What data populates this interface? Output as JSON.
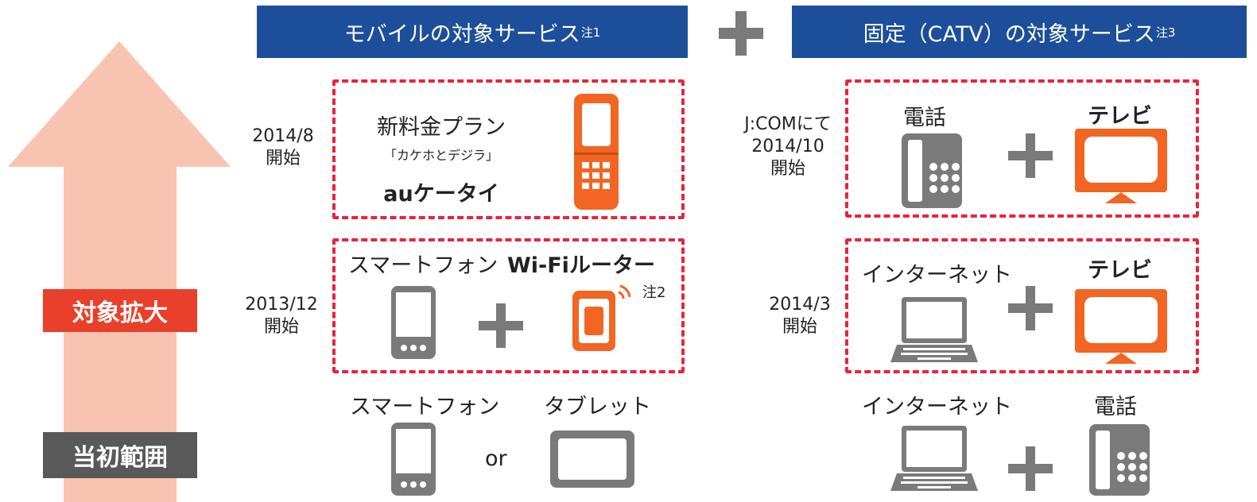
{
  "colors": {
    "header_bg": "#1d4e9a",
    "dash_red": "#e8243a",
    "accent_orange": "#f26522",
    "gray_device": "#7a7a7a",
    "arrow_pink": "#f9c3b2",
    "badge_red": "#e8402a",
    "badge_gray": "#595959"
  },
  "left_panel": {
    "expand_label": "対象拡大",
    "initial_label": "当初範囲"
  },
  "mobile": {
    "header": "モバイルの対象サービス",
    "header_note": "注1",
    "row1": {
      "date_line1": "2014/8",
      "date_line2": "開始",
      "plan_name": "新料金プラン",
      "plan_sub": "「カケホとデジラ」",
      "device": "auケータイ"
    },
    "row2": {
      "date_line1": "2013/12",
      "date_line2": "開始",
      "device1": "スマートフォン",
      "device2": "Wi-Fiルーター",
      "note": "注2"
    },
    "row3": {
      "device1": "スマートフォン",
      "or_text": "or",
      "device2": "タブレット"
    }
  },
  "plus_main": "＋",
  "fixed": {
    "header": "固定（CATV）の対象サービス",
    "header_note": "注3",
    "row1": {
      "date_line1": "J:COMにて",
      "date_line2": "2014/10",
      "date_line3": "開始",
      "service1": "電話",
      "service2": "テレビ"
    },
    "row2": {
      "date_line1": "2014/3",
      "date_line2": "開始",
      "service1": "インターネット",
      "service2": "テレビ"
    },
    "row3": {
      "service1": "インターネット",
      "service2": "電話"
    }
  }
}
